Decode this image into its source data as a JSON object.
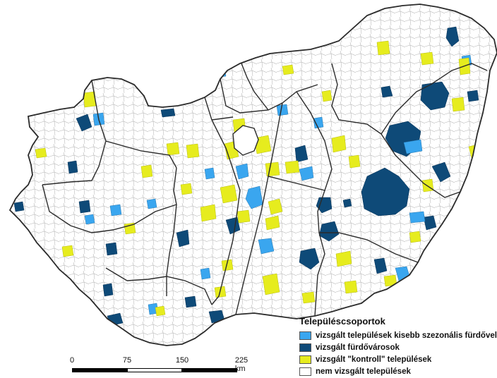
{
  "legend": {
    "title": "Településcsoportok",
    "items": [
      {
        "label": "vizsgált települések kisebb szezonális fürdővel",
        "color": "#3aa6ef"
      },
      {
        "label": "vizsgált fürdővárosok",
        "color": "#0e4a78"
      },
      {
        "label": "vizsgált \"kontroll\" települések",
        "color": "#e6ec1e"
      },
      {
        "label": "nem vizsgált települések",
        "color": "#ffffff"
      }
    ]
  },
  "scale": {
    "ticks": [
      "0",
      "75",
      "150",
      "225 km"
    ]
  },
  "colors": {
    "border": "#2b2b2b",
    "internal_border": "#9a9a9a"
  }
}
